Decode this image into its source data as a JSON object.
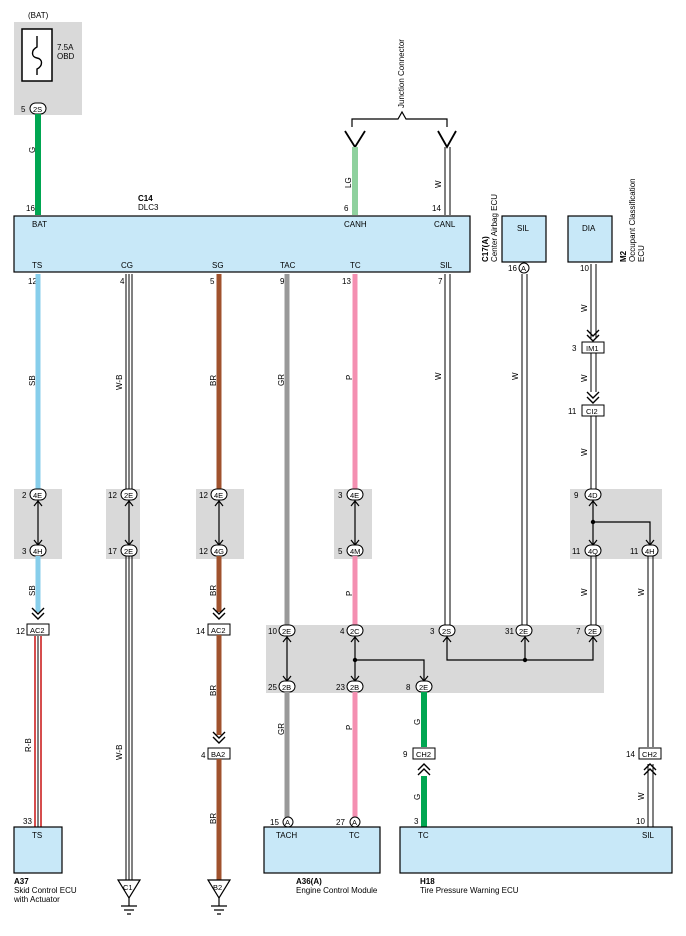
{
  "fuse": {
    "source": "(BAT)",
    "rating": "7.5A",
    "name": "OBD"
  },
  "junction_connector": "Junction Connector",
  "dlc3": {
    "code": "C14",
    "name": "DLC3",
    "pins": {
      "bat": "BAT",
      "canh": "CANH",
      "canl": "CANL",
      "ts": "TS",
      "cg": "CG",
      "sg": "SG",
      "tac": "TAC",
      "tc": "TC",
      "sil": "SIL"
    },
    "pin_numbers": {
      "bat": "16",
      "canh": "6",
      "canl": "14",
      "ts": "12",
      "cg": "4",
      "sg": "5",
      "tac": "9",
      "tc": "13",
      "sil": "7"
    }
  },
  "airbag_ecu": {
    "code": "C17(A)",
    "name": "Center Airbag ECU",
    "pin": "SIL",
    "pin_no": "16",
    "conn": "A"
  },
  "occupant_ecu": {
    "code": "M2",
    "name1": "Occupant Classification",
    "name2": "ECU",
    "pin": "DIA",
    "pin_no": "10"
  },
  "skid_ecu": {
    "code": "A37",
    "name1": "Skid Control ECU",
    "name2": "with Actuator",
    "pin": "TS",
    "pin_no": "33"
  },
  "engine_ecu": {
    "code": "A36(A)",
    "name": "Engine Control Module",
    "pin_tach": "TACH",
    "pin_tc": "TC",
    "tach_no": "15",
    "tc_no": "27",
    "conn": "A"
  },
  "tire_ecu": {
    "code": "H18",
    "name": "Tire Pressure Warning ECU",
    "pin_tc": "TC",
    "pin_sil": "SIL",
    "tc_no": "3",
    "sil_no": "10"
  },
  "wire_colors": {
    "g": "G",
    "lg": "LG",
    "w": "W",
    "sb": "SB",
    "wb": "W-B",
    "br": "BR",
    "gr": "GR",
    "p": "P",
    "rb": "R-B"
  },
  "connectors": {
    "c2S_top": "2S",
    "c4E": "4E",
    "c2E": "2E",
    "c4H": "4H",
    "c4G": "4G",
    "c4M": "4M",
    "cAC2": "AC2",
    "cBA2": "BA2",
    "cIM1": "IM1",
    "cCI2": "CI2",
    "c4D": "4D",
    "c4Q": "4Q",
    "c2C": "2C",
    "c2S": "2S",
    "c2B": "2B",
    "cCH2": "CH2",
    "cC1": "C1",
    "cB2": "B2",
    "cA": "A"
  },
  "pin_numbers": {
    "fuse_out": "5",
    "sb_4E": "2",
    "sb_4H": "3",
    "wb_2E_top": "12",
    "wb_2E_bot": "17",
    "br_4E": "12",
    "br_4G": "12",
    "p_4E": "3",
    "p_4M": "5",
    "dia_IM1": "3",
    "dia_CI2": "11",
    "dia_4D": "9",
    "dia_4Q": "11",
    "branch_4H": "11",
    "ts_AC2": "12",
    "br_AC2": "14",
    "br_BA2": "4",
    "gr_2E": "10",
    "p_2C": "4",
    "canl_2S": "3",
    "sil_2E": "31",
    "dia_2E": "7",
    "gr_2B": "25",
    "p_2B": "23",
    "tc_2E": "8",
    "g_CH2": "9",
    "w_CH2": "14"
  },
  "colors": {
    "ecu_fill": "#c8e8f8",
    "shade": "#d9d9d9",
    "g": "#00a651",
    "lg": "#8fd19e",
    "sb": "#87ceeb",
    "br": "#a0522d",
    "gr": "#999999",
    "p": "#f48fb1",
    "rb": "#cc2222"
  }
}
